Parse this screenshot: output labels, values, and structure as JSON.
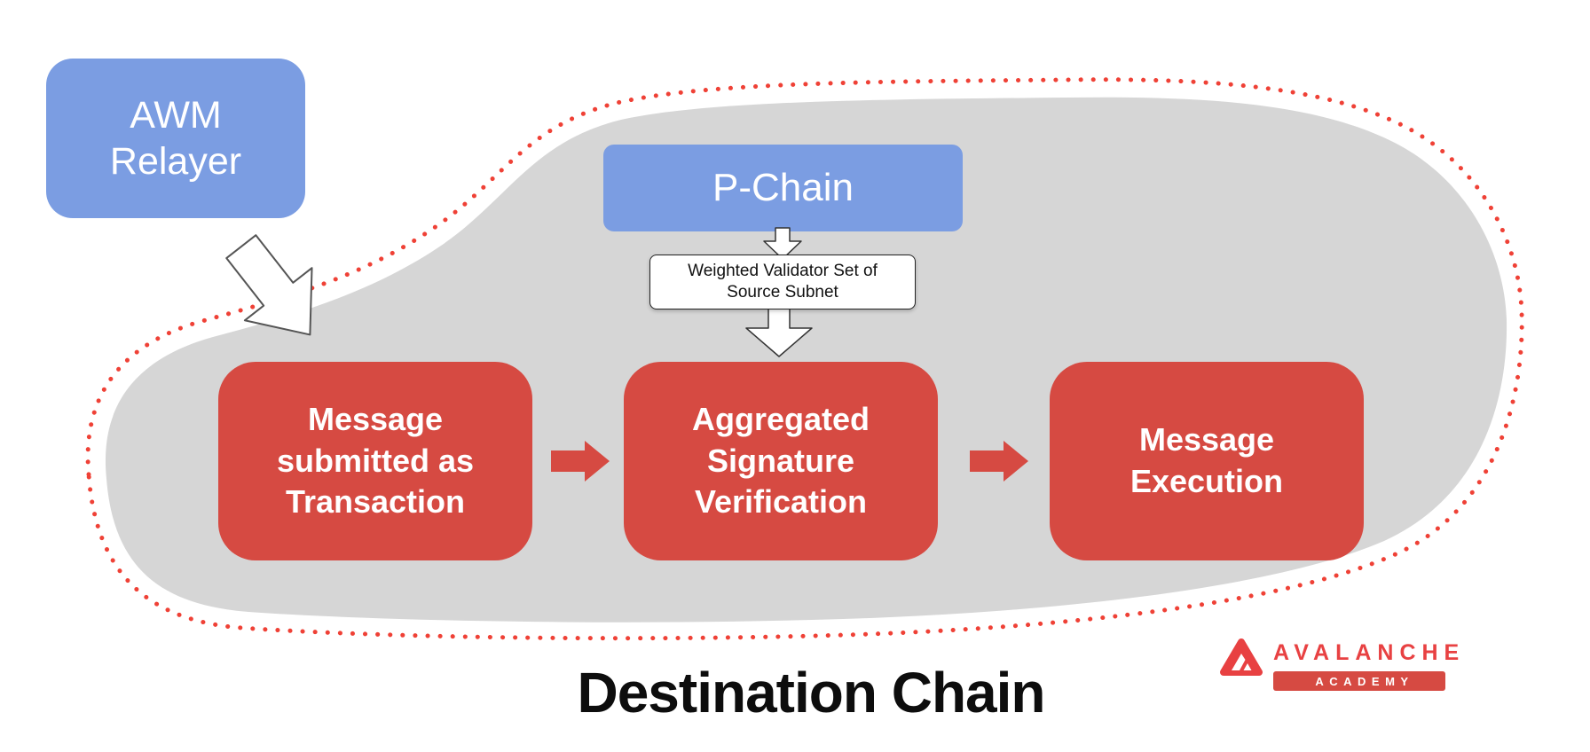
{
  "diagram": {
    "awm_relayer": {
      "label": "AWM Relayer"
    },
    "p_chain": {
      "label": "P-Chain"
    },
    "validator_note": {
      "line1": "Weighted Validator Set of",
      "line2": "Source Subnet"
    },
    "steps": [
      {
        "label": "Message submitted as Transaction"
      },
      {
        "label": "Aggregated Signature Verification"
      },
      {
        "label": "Message Execution"
      }
    ],
    "destination_chain_label": "Destination Chain"
  },
  "branding": {
    "name": "AVALANCHE",
    "sub": "ACADEMY"
  },
  "icons": {
    "awm_arrow": "down-right-outline-arrow",
    "p_chain_arrow": "down-outline-arrow-small",
    "validator_arrow": "down-outline-arrow-large",
    "flow_arrow_1": "right-solid-arrow",
    "flow_arrow_2": "right-solid-arrow",
    "logo": "avalanche-triangle-logo"
  },
  "colors": {
    "box_blue": "#7b9de2",
    "box_red": "#d64a42",
    "accent_red": "#ef4136",
    "brand_red": "#e84142",
    "blob_gray": "#d6d6d6"
  }
}
